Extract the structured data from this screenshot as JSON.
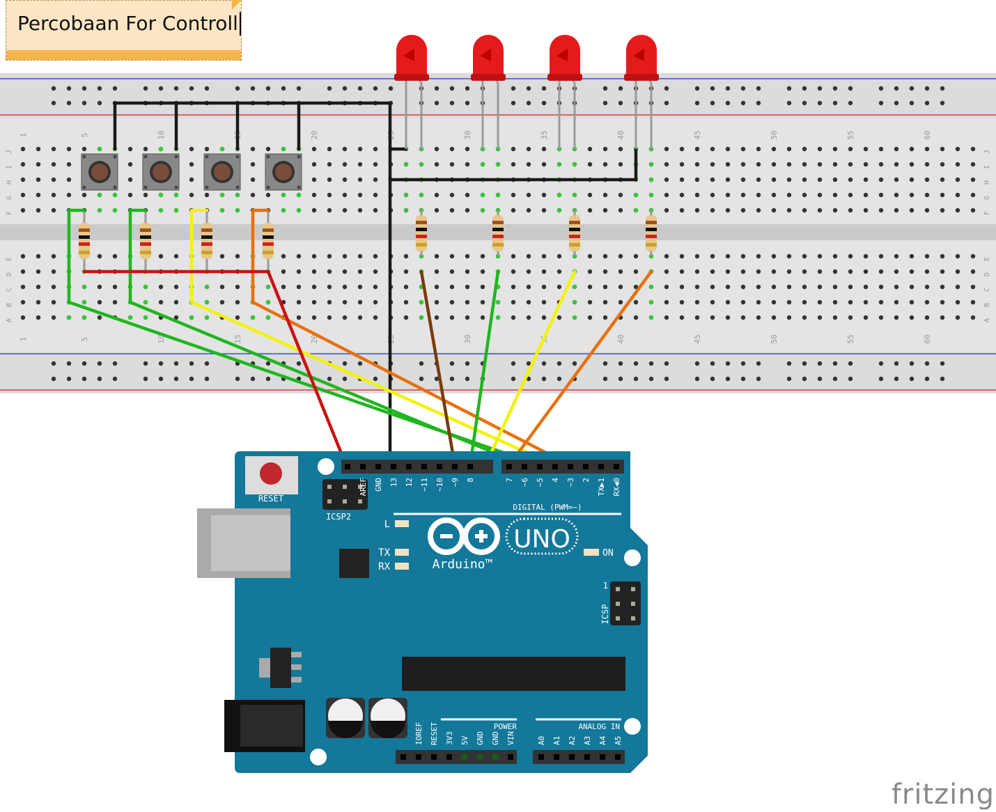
{
  "note": {
    "text": "Percobaan For Controll"
  },
  "breadboard": {
    "column_numbers": [
      "1",
      "5",
      "10",
      "15",
      "20",
      "25",
      "30",
      "35",
      "40",
      "45",
      "50",
      "55",
      "60"
    ],
    "rows_top": [
      "J",
      "I",
      "H",
      "G",
      "F"
    ],
    "rows_bottom": [
      "E",
      "D",
      "C",
      "B",
      "A"
    ]
  },
  "wire_colors": {
    "black": "#1a1a1a",
    "green": "#1fb61f",
    "yellow": "#f2f20a",
    "orange": "#e8700c",
    "red": "#cc1111",
    "brown": "#7a3a0a"
  },
  "arduino": {
    "board_color": "#13789a",
    "reset_label": "RESET",
    "icsp2_label": "ICSP2",
    "icsp_label": "ICSP",
    "icsp_pin1": "1",
    "digital_label": "DIGITAL (PWM=~)",
    "led_l": "L",
    "led_tx": "TX",
    "led_rx": "RX",
    "led_on": "ON",
    "model": "UNO",
    "brand": "Arduino™",
    "digital_pins_left": [
      "",
      "AREF",
      "GND",
      "13",
      "12",
      "~11",
      "~10",
      "~9",
      "8"
    ],
    "digital_pins_right": [
      "7",
      "~6",
      "~5",
      "4",
      "~3",
      "2",
      "TX▶1",
      "RX◀0"
    ],
    "power_label": "POWER",
    "power_pins": [
      "",
      "IOREF",
      "RESET",
      "3V3",
      "5V",
      "GND",
      "GND",
      "VIN"
    ],
    "analog_label": "ANALOG IN",
    "analog_pins": [
      "A0",
      "A1",
      "A2",
      "A3",
      "A4",
      "A5"
    ]
  },
  "footer": {
    "logo": "fritzing"
  }
}
